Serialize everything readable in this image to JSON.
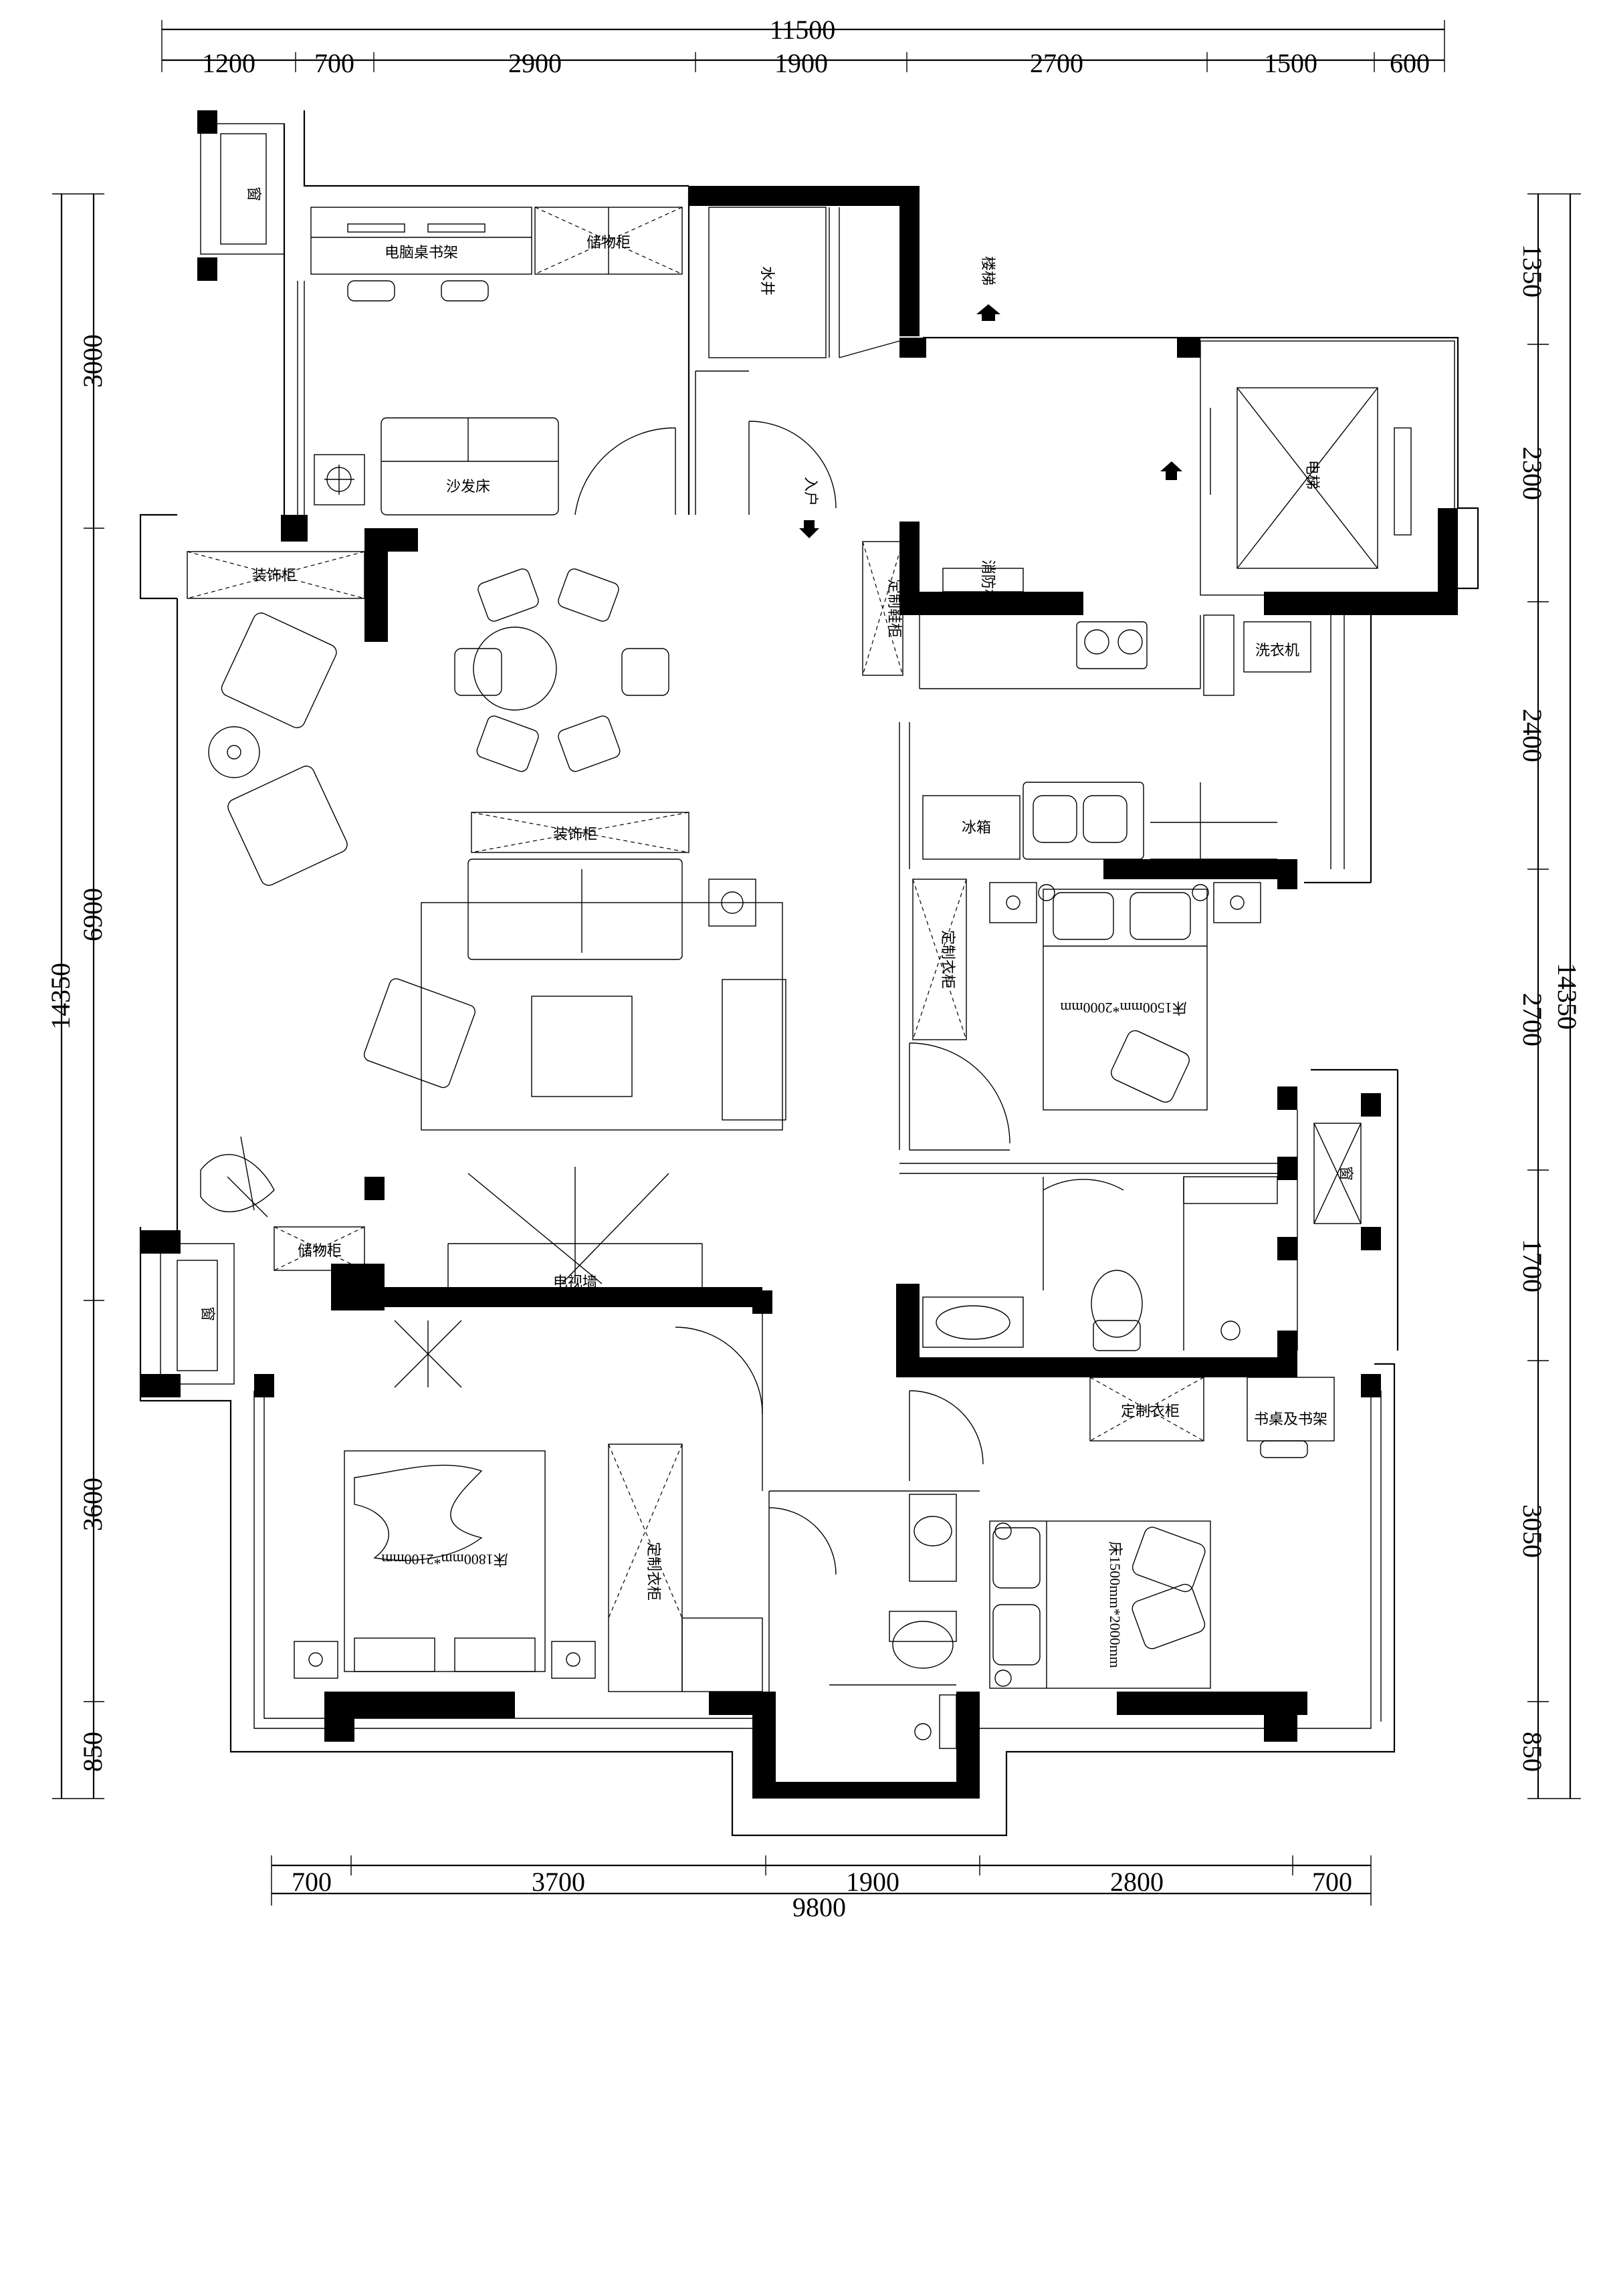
{
  "dimensions": {
    "top_total": "11500",
    "top_segments": [
      "1200",
      "700",
      "2900",
      "1900",
      "2700",
      "1500",
      "600"
    ],
    "bottom_total": "9800",
    "bottom_segments": [
      "700",
      "3700",
      "1900",
      "2800",
      "700"
    ],
    "left_total": "14350",
    "left_segments": [
      "3000",
      "6900",
      "3600",
      "850"
    ],
    "right_total": "14350",
    "right_segments": [
      "1350",
      "2300",
      "2400",
      "2700",
      "1700",
      "3050",
      "850"
    ]
  },
  "labels": {
    "computer_desk": "电脑桌书架",
    "storage_cabinet": "储物柜",
    "water_well": "水井",
    "stairs": "楼梯",
    "sofa_bed": "沙发床",
    "entrance": "入户",
    "elevator": "电梯",
    "shoe_cabinet": "定制鞋柜",
    "fire_hydrant": "消防栓",
    "washing_machine": "洗衣机",
    "sideboard_top": "装饰柜",
    "fridge": "冰箱",
    "tv_cabinet": "装饰柜",
    "custom_wardrobe_master": "定制衣柜",
    "bed_1500_a": "床1500mm*2000mm",
    "tv_wall": "电视墙",
    "shoe_cabinet_small": "储物柜",
    "bed_1800": "床1800mm*2100mm",
    "custom_wardrobe_left": "定制衣柜",
    "custom_wardrobe_right": "定制衣柜",
    "desk_shelf": "书桌及书架",
    "bed_1500_b": "床1500mm*2000mm",
    "window_1": "窗",
    "window_2": "窗",
    "window_3": "窗"
  }
}
